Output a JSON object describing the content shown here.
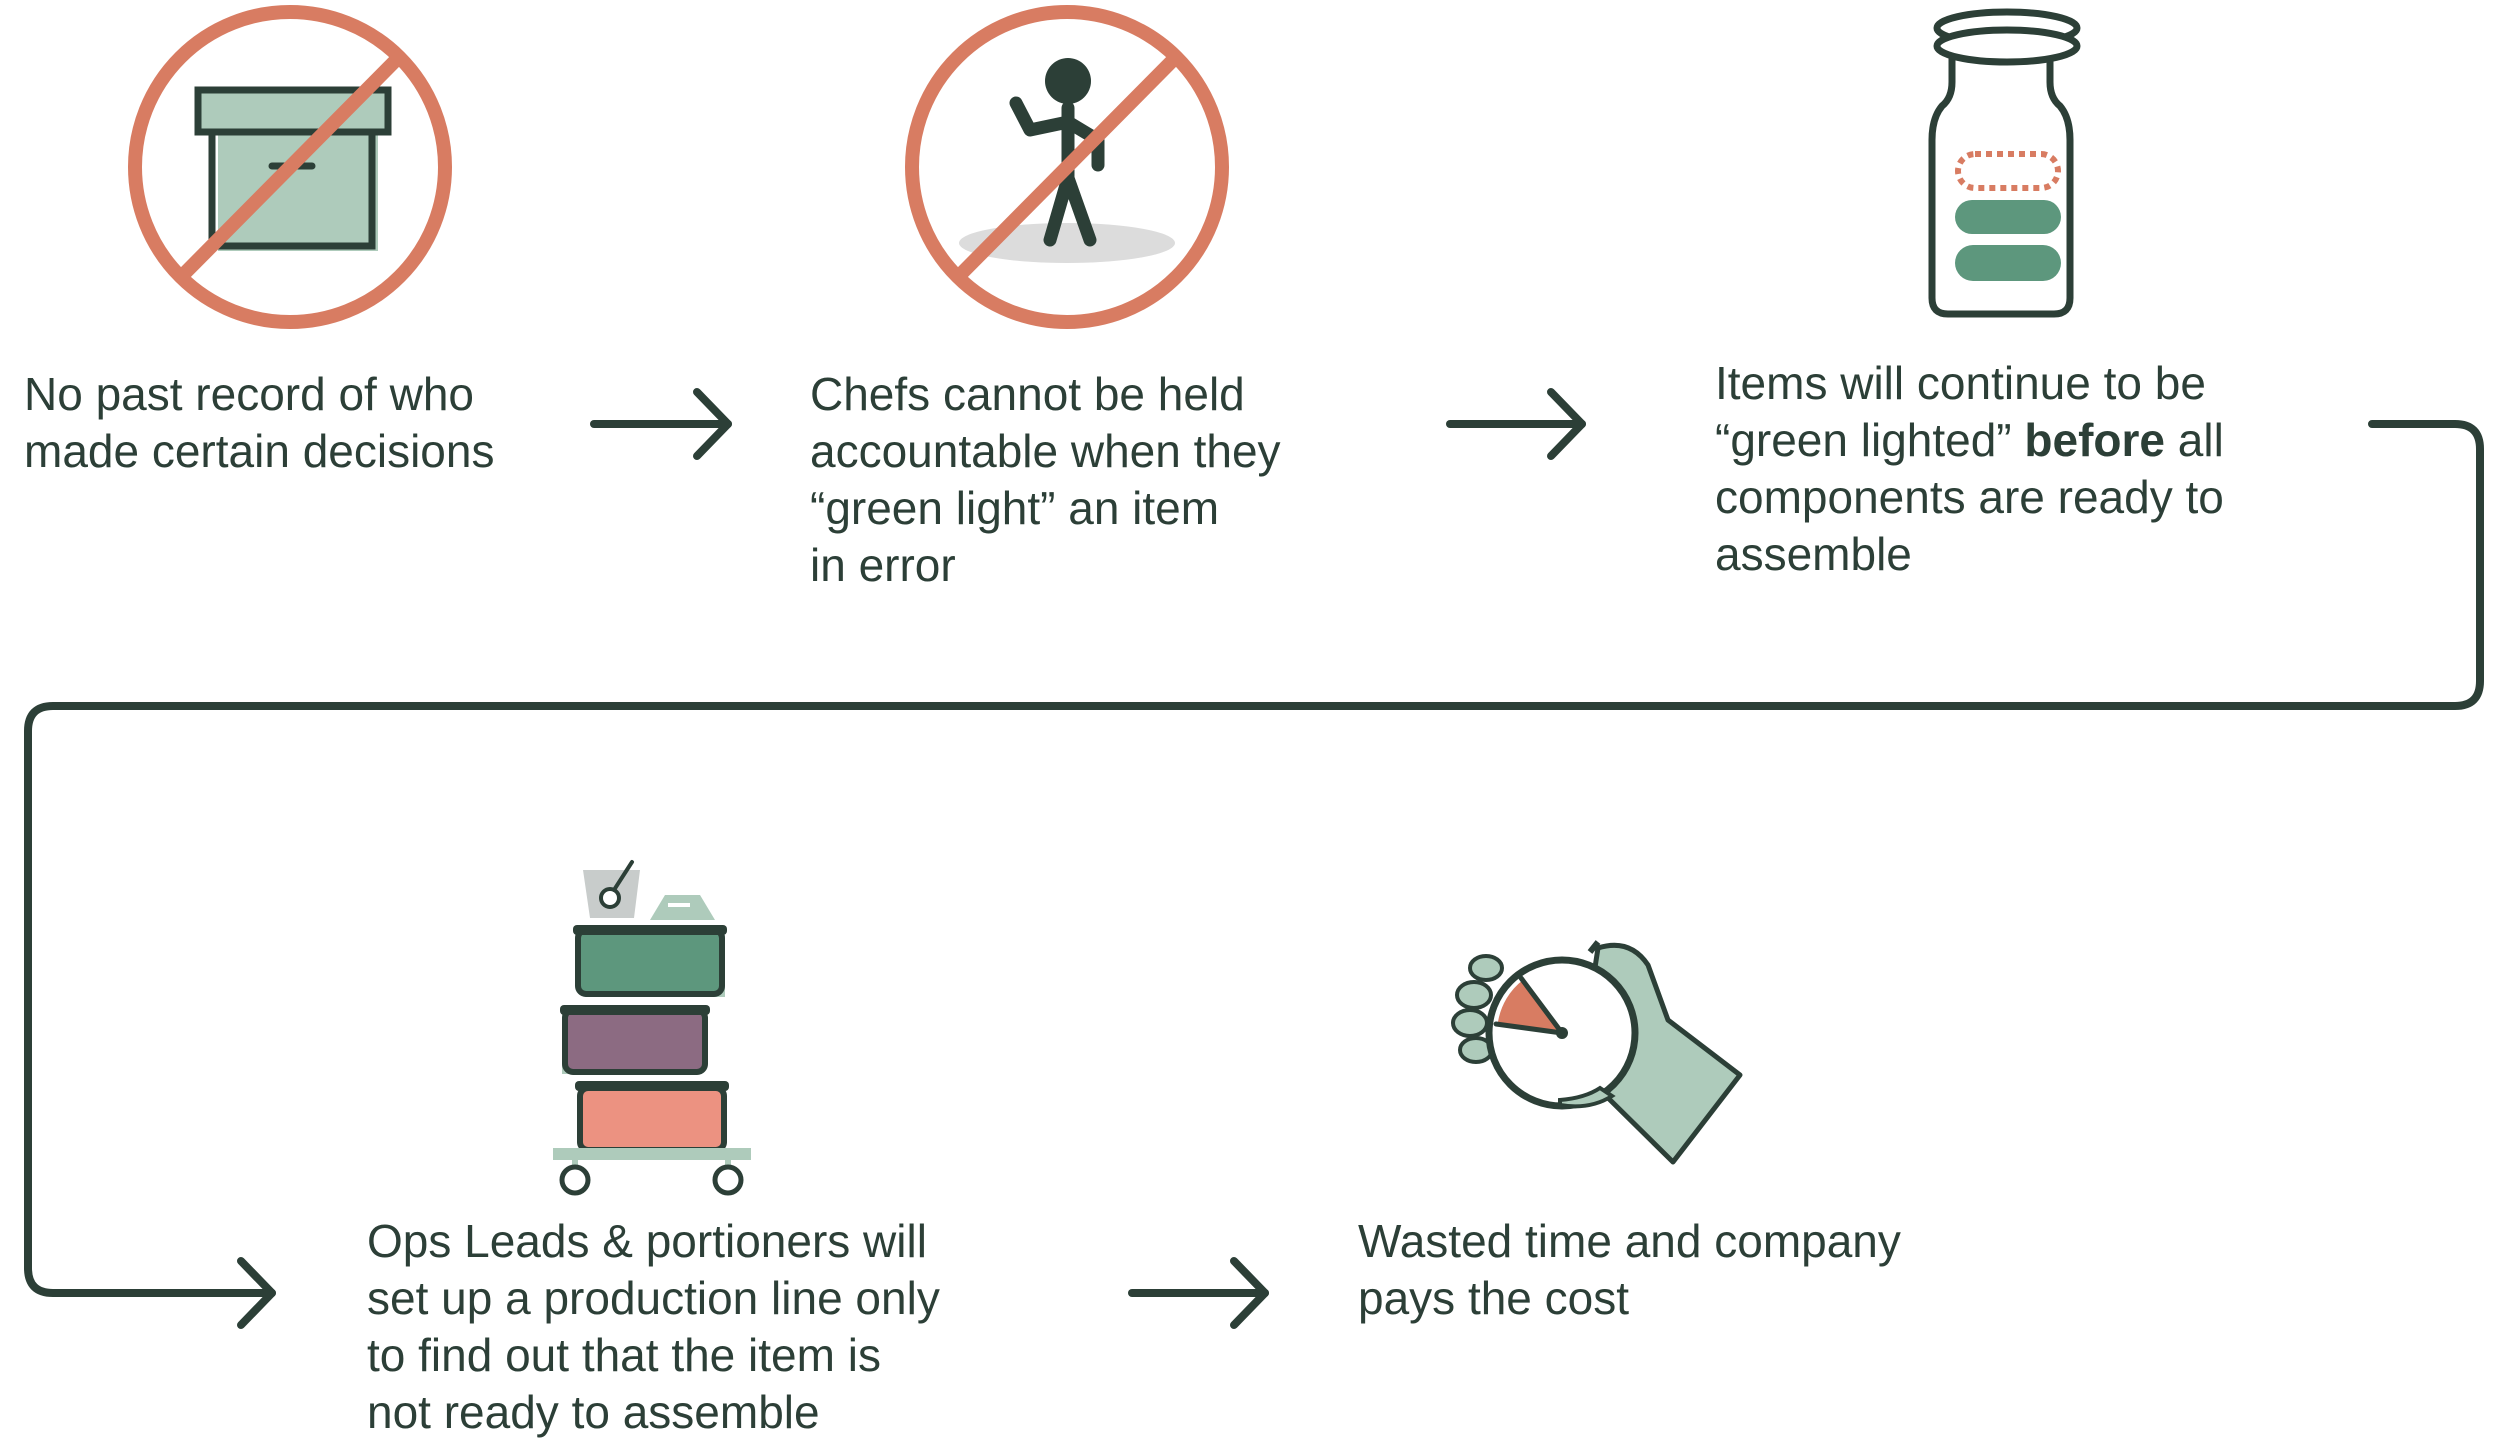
{
  "colors": {
    "dark": "#2c3f37",
    "accent_orange": "#d87c62",
    "light_green": "#aecbbb",
    "medium_green": "#5d977d",
    "purple": "#8c6b82",
    "salmon": "#ec9281",
    "shadow_grey": "#dcdcdc",
    "bag_grey": "#c8cccb"
  },
  "steps": [
    {
      "icon": "no-archive-box-icon",
      "lines": [
        "No past record of who",
        "made certain decisions"
      ]
    },
    {
      "icon": "no-person-icon",
      "lines": [
        "Chefs cannot be held",
        "accountable when they",
        "“green light” an item",
        "in error"
      ]
    },
    {
      "icon": "jar-icon",
      "lines": [
        "Items will continue to be"
      ],
      "line2_before": "“green lighted” ",
      "line2_bold": "before",
      "line2_after": " all",
      "lines_rest": [
        "components are ready to",
        "assemble"
      ]
    },
    {
      "icon": "stacked-containers-cart-icon",
      "lines": [
        "Ops Leads & portioners will",
        "set up a production line only",
        "to find out that the item is",
        "not ready to assemble"
      ]
    },
    {
      "icon": "hand-stopwatch-icon",
      "lines": [
        "Wasted time and company",
        "pays the cost"
      ]
    }
  ]
}
